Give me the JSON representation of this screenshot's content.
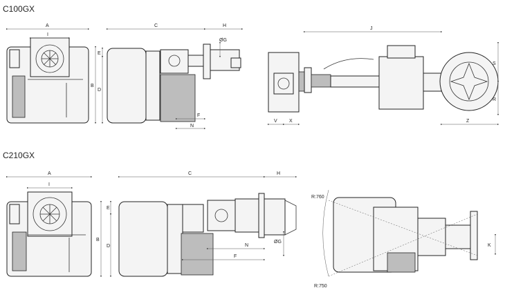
{
  "models": [
    {
      "name": "C100GX"
    },
    {
      "name": "C210GX"
    }
  ],
  "labels": {
    "A": "A",
    "I": "I",
    "B": "B",
    "C": "C",
    "D": "D",
    "E": "E",
    "F": "F",
    "G": "ØG",
    "H": "H",
    "J": "J",
    "K": "K",
    "N": "N",
    "R": "R",
    "S": "S",
    "V": "V",
    "X": "X",
    "Z": "Z",
    "R760": "R:760",
    "R750": "R:750"
  }
}
